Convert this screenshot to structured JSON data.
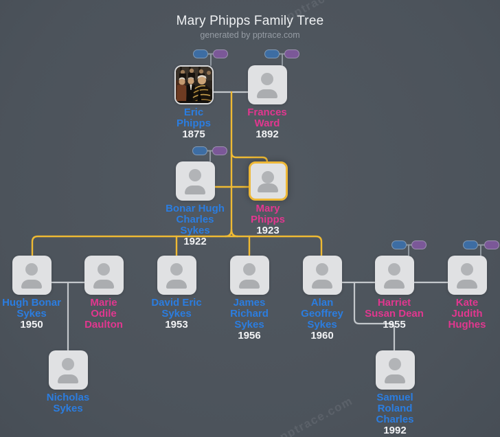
{
  "header": {
    "title": "Mary Phipps Family Tree",
    "subtitle": "generated by pptrace.com"
  },
  "watermark": {
    "text": "pptrace.com"
  },
  "colors": {
    "background": "#4d545c",
    "card_fill": "#e0e1e3",
    "male_name": "#2b7de0",
    "female_name": "#e1378f",
    "year_text": "#f1f2f4",
    "highlight_gold": "#eeb838",
    "lineage_line_yellow": "#efba33",
    "relation_line_gray": "#c3c7cb",
    "pill_blue": "#3d6da3",
    "pill_purple": "#7b5898"
  },
  "persons": {
    "eric": {
      "name": "Eric\nPhipps",
      "year": "1875",
      "gender": "male",
      "portrait": "historical group painting"
    },
    "frances": {
      "name": "Frances\nWard",
      "year": "1892",
      "gender": "female"
    },
    "bonar": {
      "name": "Bonar Hugh\nCharles\nSykes",
      "year": "1922",
      "gender": "male"
    },
    "mary": {
      "name": "Mary\nPhipps",
      "year": "1923",
      "gender": "female",
      "highlighted": true
    },
    "hugh": {
      "name": "Hugh Bonar\nSykes",
      "year": "1950",
      "gender": "male"
    },
    "marie": {
      "name": "Marie\nOdile\nDaulton",
      "year": "",
      "gender": "female"
    },
    "david": {
      "name": "David Eric\nSykes",
      "year": "1953",
      "gender": "male"
    },
    "james": {
      "name": "James\nRichard\nSykes",
      "year": "1956",
      "gender": "male"
    },
    "alan": {
      "name": "Alan\nGeoffrey\nSykes",
      "year": "1960",
      "gender": "male"
    },
    "harriet": {
      "name": "Harriet\nSusan Dean",
      "year": "1955",
      "gender": "female"
    },
    "kate": {
      "name": "Kate\nJudith\nHughes",
      "year": "",
      "gender": "female"
    },
    "nicholas": {
      "name": "Nicholas\nSykes",
      "year": "",
      "gender": "male"
    },
    "samuel": {
      "name": "Samuel\nRoland\nCharles",
      "year": "1992",
      "gender": "male"
    }
  }
}
